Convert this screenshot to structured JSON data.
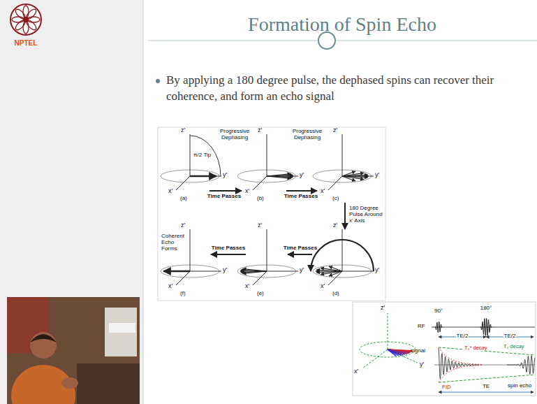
{
  "diagram": {
    "title": "Formation of Spin Echo",
    "labels": [
      "NPTEL",
      "By applying a 180 degree pulse, the dephased spins can recover their coherence, and form an echo signal",
      "z'",
      "π/2 Tip",
      "y'",
      "x'",
      "(a)",
      "Time Passes",
      "Progressive Dephasing",
      "z'",
      "y'",
      "x'",
      "(b)",
      "Time Passes",
      "Progressive Dephasing",
      "z'",
      "y'",
      "x'",
      "(c)",
      "180 Degree Pulse Around x' Axis",
      "Coherent Echo Forms",
      "z'",
      "y'",
      "x'",
      "(f)",
      "Time Passes",
      "z'",
      "y'",
      "x'",
      "(e)",
      "Time Passes",
      "z'",
      "y'",
      "x'",
      "(d)",
      "z'",
      "x'",
      "y'",
      "90°",
      "180°",
      "RF",
      "TE/2",
      "TE/2",
      "signal",
      "T₂* decay",
      "T₂ decay",
      "FID",
      "TE",
      "spin echo"
    ]
  }
}
